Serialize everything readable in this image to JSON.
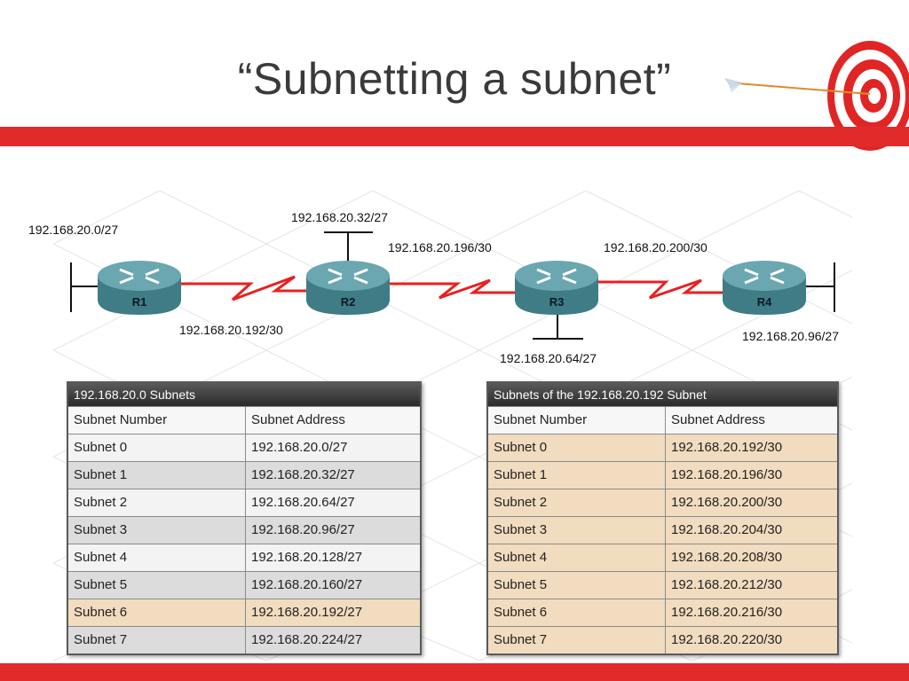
{
  "title": "“Subnetting a subnet”",
  "colors": {
    "accent_red": "#e12a2a",
    "link_red": "#e82020",
    "router_teal": "#4d8e98",
    "highlight": "#f2dcbf"
  },
  "icons": [
    "target-icon",
    "arrow-icon",
    "router-icon"
  ],
  "diagram": {
    "routers": [
      {
        "id": "R1",
        "label": "R1"
      },
      {
        "id": "R2",
        "label": "R2"
      },
      {
        "id": "R3",
        "label": "R3"
      },
      {
        "id": "R4",
        "label": "R4"
      }
    ],
    "networks": {
      "r1_lan": "192.168.20.0/27",
      "r2_lan": "192.168.20.32/27",
      "r3_lan": "192.168.20.64/27",
      "r4_lan": "192.168.20.96/27",
      "link_r1_r2": "192.168.20.192/30",
      "link_r2_r3": "192.168.20.196/30",
      "link_r3_r4": "192.168.20.200/30"
    }
  },
  "table_left": {
    "caption": "192.168.20.0 Subnets",
    "headers": [
      "Subnet Number",
      "Subnet Address"
    ],
    "rows": [
      [
        "Subnet 0",
        "192.168.20.0/27"
      ],
      [
        "Subnet 1",
        "192.168.20.32/27"
      ],
      [
        "Subnet 2",
        "192.168.20.64/27"
      ],
      [
        "Subnet 3",
        "192.168.20.96/27"
      ],
      [
        "Subnet 4",
        "192.168.20.128/27"
      ],
      [
        "Subnet 5",
        "192.168.20.160/27"
      ],
      [
        "Subnet 6",
        "192.168.20.192/27"
      ],
      [
        "Subnet 7",
        "192.168.20.224/27"
      ]
    ],
    "highlight_row": 6
  },
  "table_right": {
    "caption": "Subnets of the 192.168.20.192 Subnet",
    "headers": [
      "Subnet Number",
      "Subnet Address"
    ],
    "rows": [
      [
        "Subnet 0",
        "192.168.20.192/30"
      ],
      [
        "Subnet 1",
        "192.168.20.196/30"
      ],
      [
        "Subnet 2",
        "192.168.20.200/30"
      ],
      [
        "Subnet 3",
        "192.168.20.204/30"
      ],
      [
        "Subnet 4",
        "192.168.20.208/30"
      ],
      [
        "Subnet 5",
        "192.168.20.212/30"
      ],
      [
        "Subnet 6",
        "192.168.20.216/30"
      ],
      [
        "Subnet 7",
        "192.168.20.220/30"
      ]
    ]
  }
}
